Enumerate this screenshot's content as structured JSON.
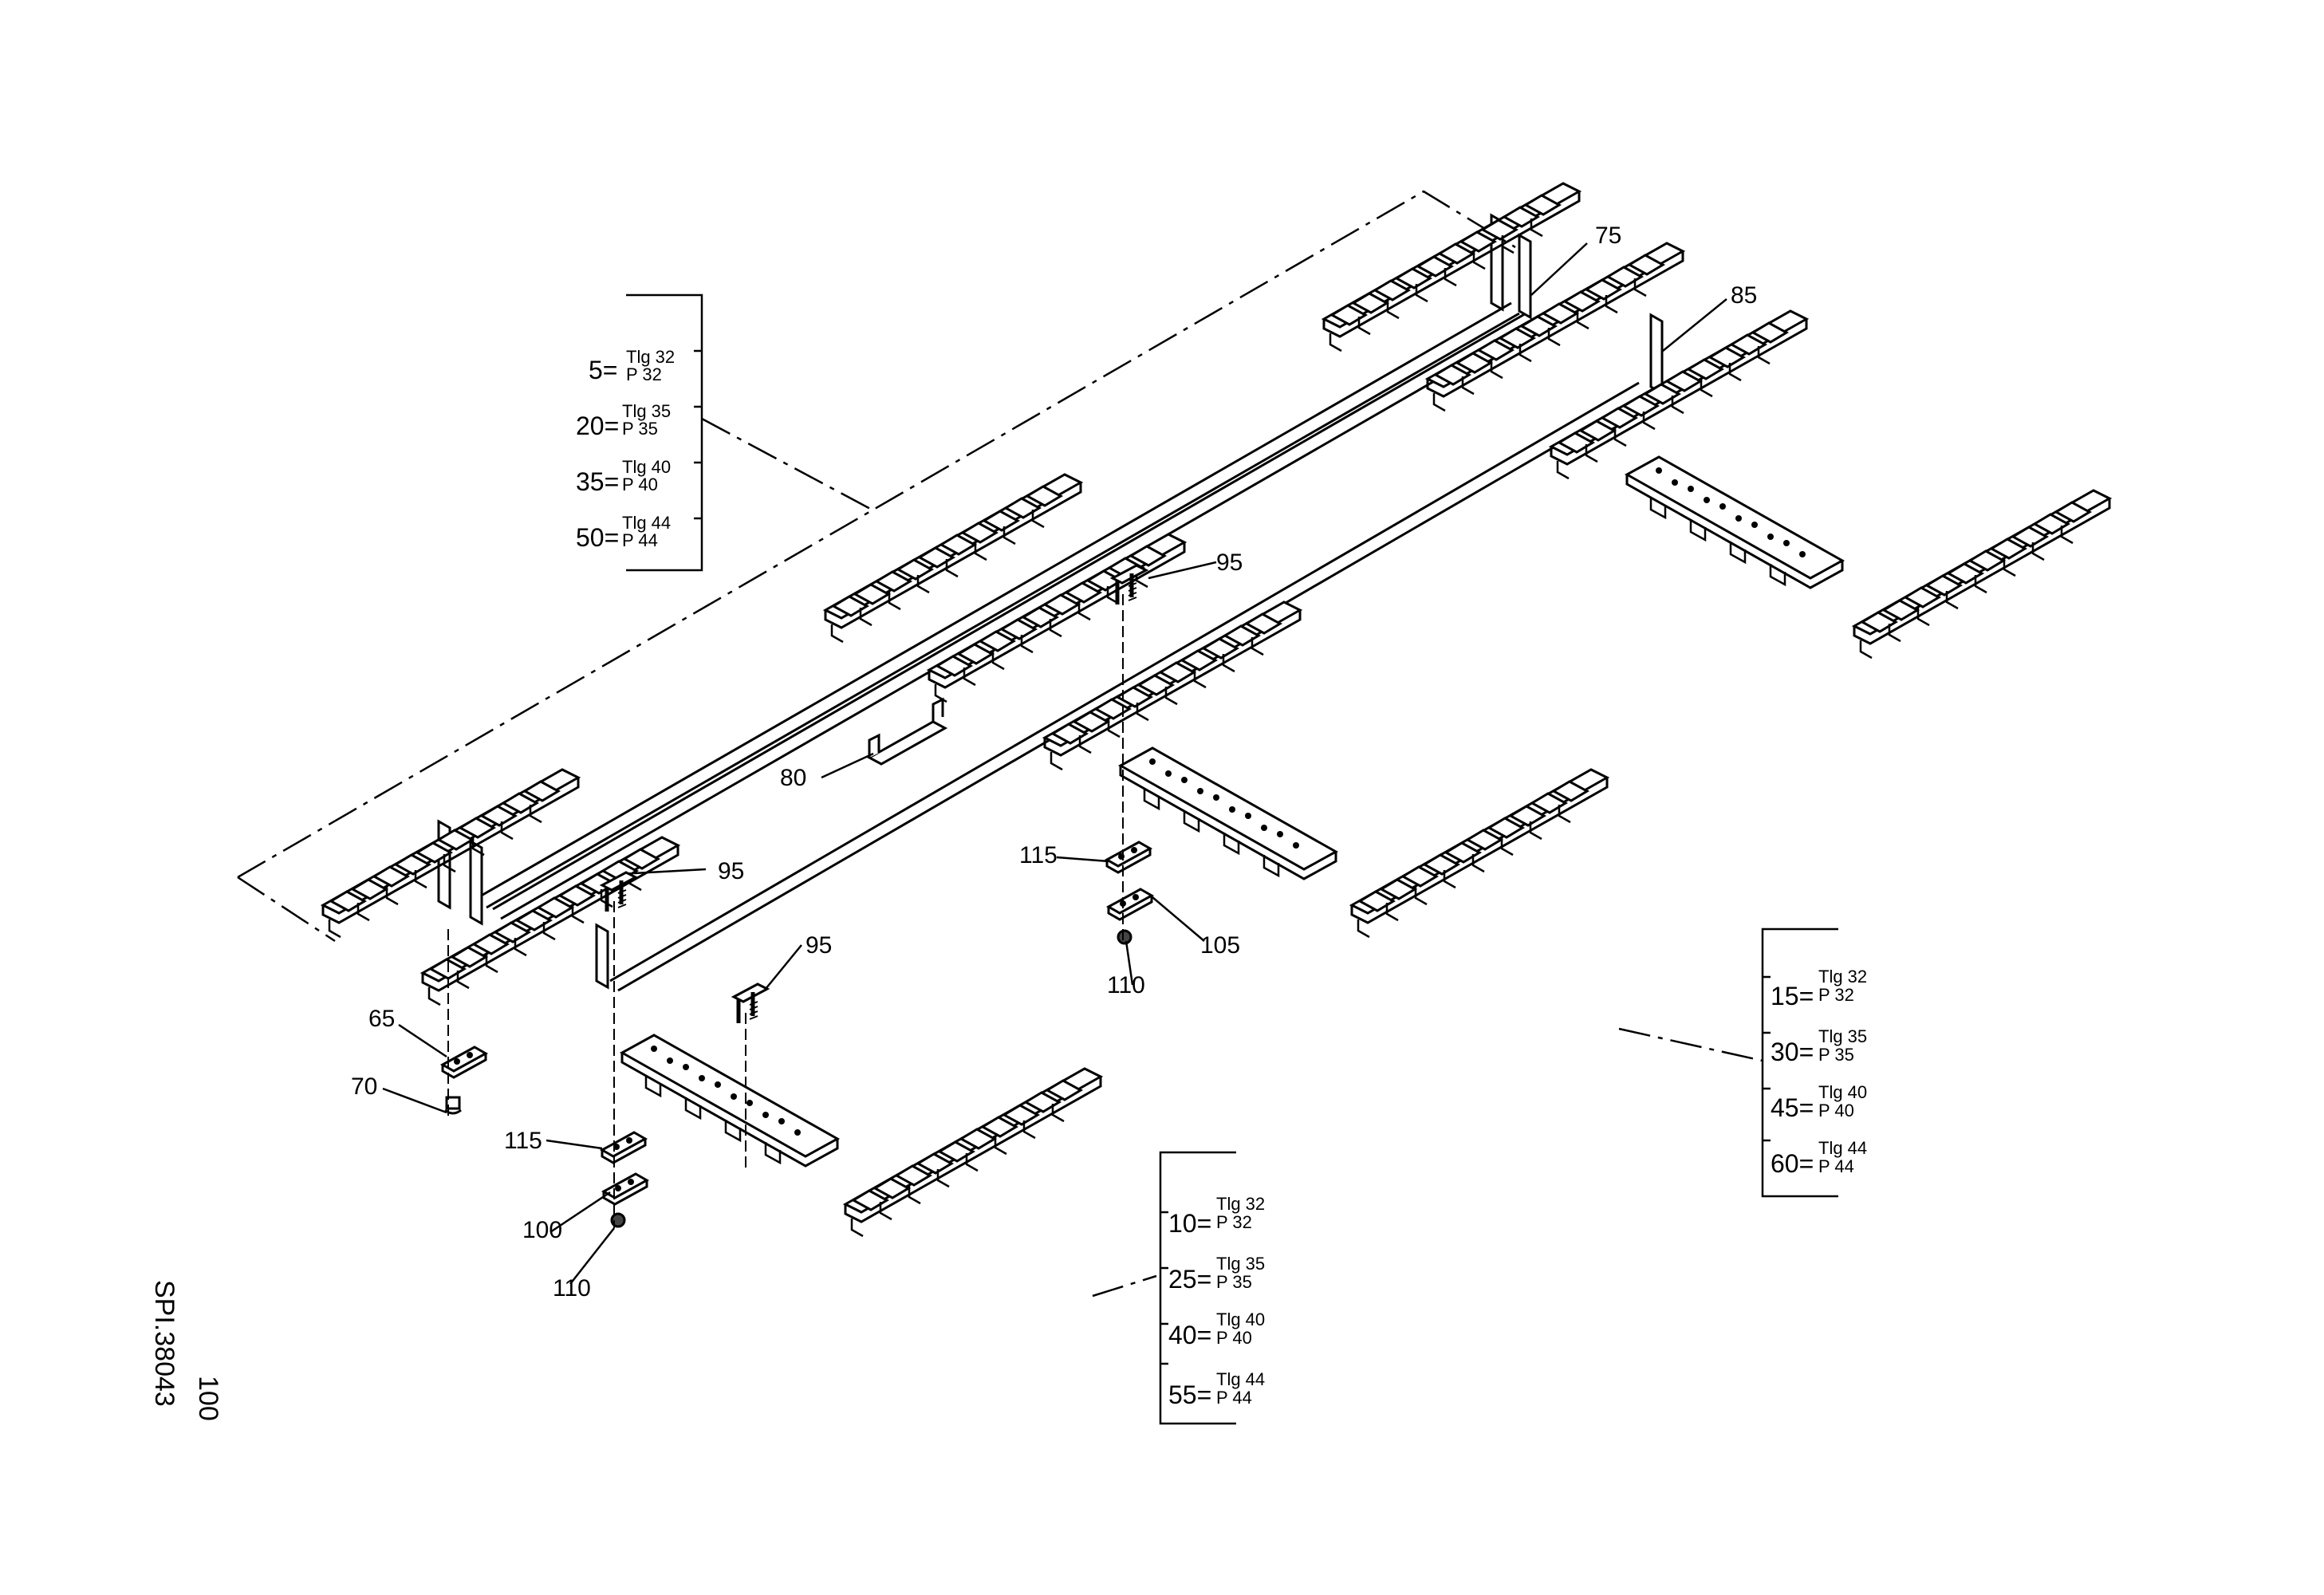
{
  "drawing": {
    "doc_id": "SPI.38043",
    "sheet": "100"
  },
  "legend_groups": [
    {
      "id": "A",
      "entries": [
        {
          "lhs": "5=",
          "tlg": "Tlg 32",
          "p": "P 32"
        },
        {
          "lhs": "20=",
          "tlg": "Tlg 35",
          "p": "P 35"
        },
        {
          "lhs": "35=",
          "tlg": "Tlg 40",
          "p": "P 40"
        },
        {
          "lhs": "50=",
          "tlg": "Tlg 44",
          "p": "P 44"
        }
      ]
    },
    {
      "id": "B",
      "entries": [
        {
          "lhs": "15=",
          "tlg": "Tlg 32",
          "p": "P 32"
        },
        {
          "lhs": "30=",
          "tlg": "Tlg 35",
          "p": "P 35"
        },
        {
          "lhs": "45=",
          "tlg": "Tlg 40",
          "p": "P 40"
        },
        {
          "lhs": "60=",
          "tlg": "Tlg 44",
          "p": "P 44"
        }
      ]
    },
    {
      "id": "C",
      "entries": [
        {
          "lhs": "10=",
          "tlg": "Tlg 32",
          "p": "P 32"
        },
        {
          "lhs": "25=",
          "tlg": "Tlg 35",
          "p": "P 35"
        },
        {
          "lhs": "40=",
          "tlg": "Tlg 40",
          "p": "P 40"
        },
        {
          "lhs": "55=",
          "tlg": "Tlg 44",
          "p": "P 44"
        }
      ]
    }
  ],
  "callouts": [
    "75",
    "85",
    "95",
    "80",
    "115",
    "105",
    "110",
    "95",
    "95",
    "65",
    "70",
    "115",
    "100",
    "110"
  ]
}
